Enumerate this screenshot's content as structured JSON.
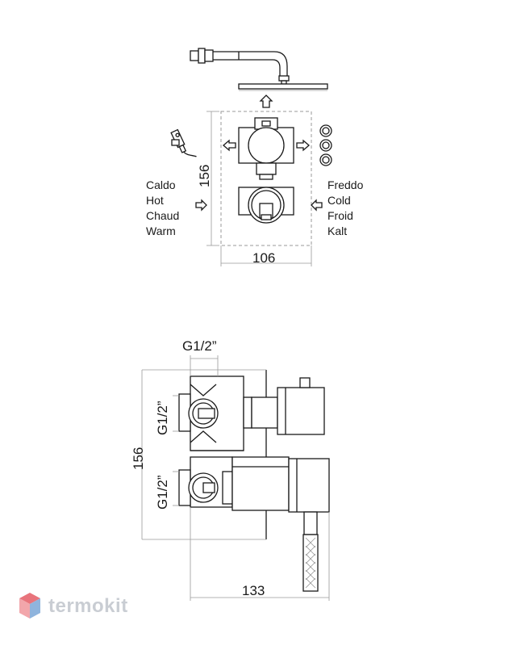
{
  "top_view": {
    "inlet_left": [
      "Caldo",
      "Hot",
      "Chaud",
      "Warm"
    ],
    "inlet_right": [
      "Freddo",
      "Cold",
      "Froid",
      "Kalt"
    ],
    "height_dim": "156",
    "width_dim": "106"
  },
  "side_view": {
    "top_thread": "G1/2”",
    "upper_thread": "G1/2”",
    "lower_thread": "G1/2”",
    "height_dim": "156",
    "depth_dim": "133"
  },
  "brand": {
    "name": "termokit"
  },
  "colors": {
    "line": "#1a1a1a",
    "dim_line": "#9a9a9a",
    "brand_red": "#e8747c",
    "brand_blue": "#8fb4dd",
    "brand_text": "#c9cdd3"
  }
}
